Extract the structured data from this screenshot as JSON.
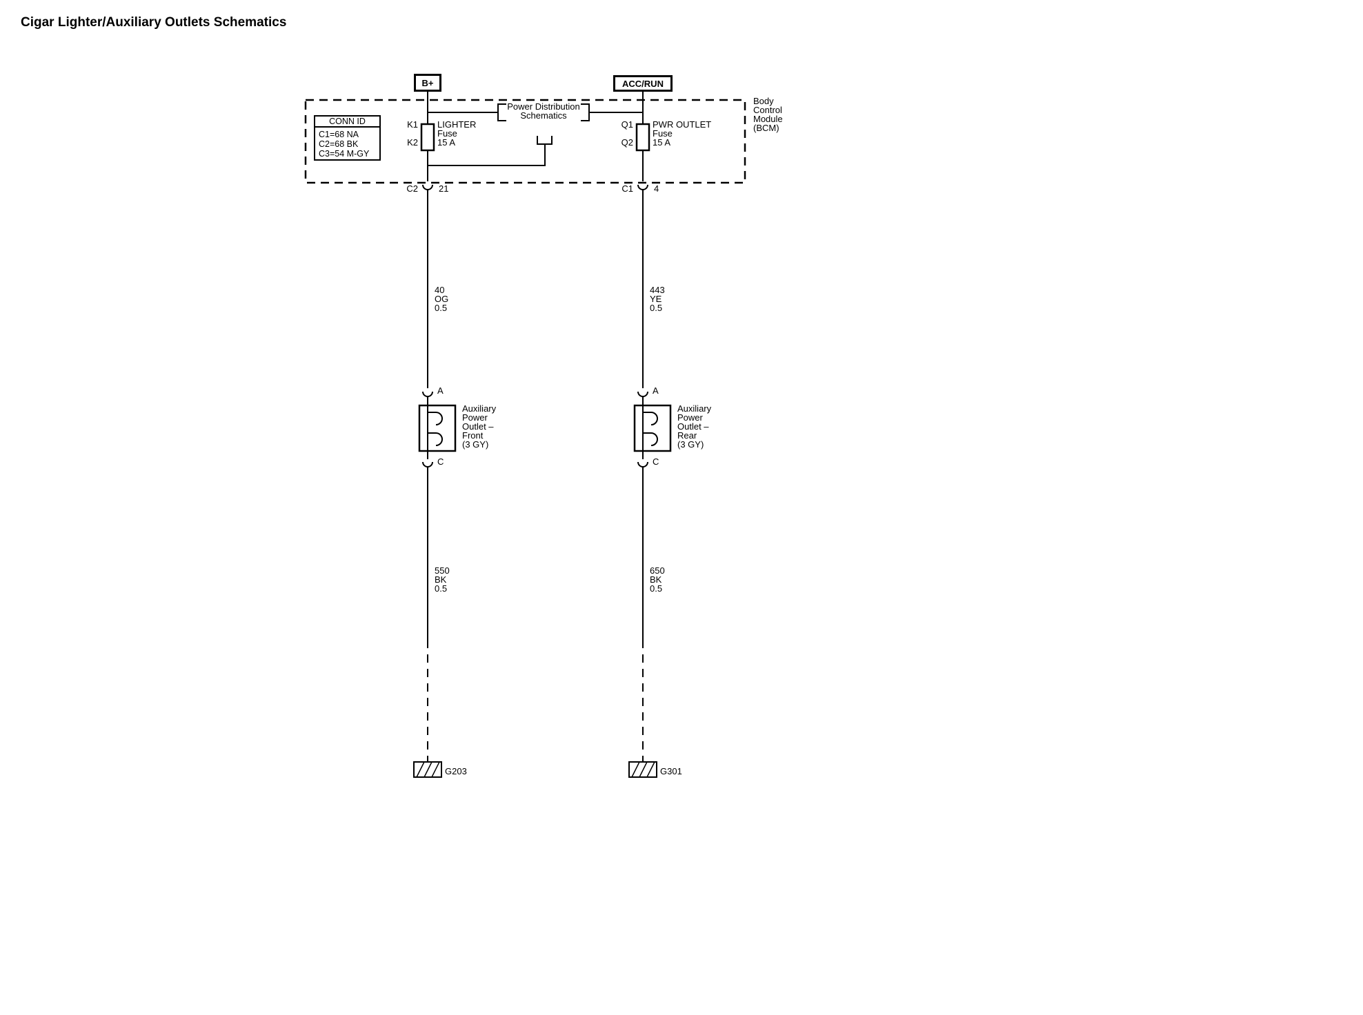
{
  "title": "Cigar Lighter/Auxiliary Outlets Schematics",
  "feeds": {
    "left": "B+",
    "right": "ACC/RUN"
  },
  "bcm_label": {
    "lines": [
      "Body",
      "Control",
      "Module",
      "(BCM)"
    ]
  },
  "conn_id": {
    "header": "CONN ID",
    "rows": [
      "C1=68 NA",
      "C2=68 BK",
      "C3=54 M-GY"
    ]
  },
  "power_distribution": {
    "lines": [
      "Power Distribution",
      "Schematics"
    ]
  },
  "fuse_left": {
    "pin_top": "K1",
    "pin_bottom": "K2",
    "line1": "LIGHTER",
    "line2": "Fuse",
    "line3": "15 A"
  },
  "fuse_right": {
    "pin_top": "Q1",
    "pin_bottom": "Q2",
    "line1": "PWR OUTLET",
    "line2": "Fuse",
    "line3": "15 A"
  },
  "bcm_conn_left": {
    "connector": "C2",
    "pin": "21"
  },
  "bcm_conn_right": {
    "connector": "C1",
    "pin": "4"
  },
  "wire_left_upper": {
    "circuit": "40",
    "color": "OG",
    "gauge": "0.5"
  },
  "wire_right_upper": {
    "circuit": "443",
    "color": "YE",
    "gauge": "0.5"
  },
  "wire_left_lower": {
    "circuit": "550",
    "color": "BK",
    "gauge": "0.5"
  },
  "wire_right_lower": {
    "circuit": "650",
    "color": "BK",
    "gauge": "0.5"
  },
  "outlet_left": {
    "pin_top": "A",
    "pin_bottom": "C",
    "lines": [
      "Auxiliary",
      "Power",
      "Outlet –",
      "Front",
      "(3 GY)"
    ]
  },
  "outlet_right": {
    "pin_top": "A",
    "pin_bottom": "C",
    "lines": [
      "Auxiliary",
      "Power",
      "Outlet –",
      "Rear",
      "(3 GY)"
    ]
  },
  "grounds": {
    "left": "G203",
    "right": "G301"
  }
}
